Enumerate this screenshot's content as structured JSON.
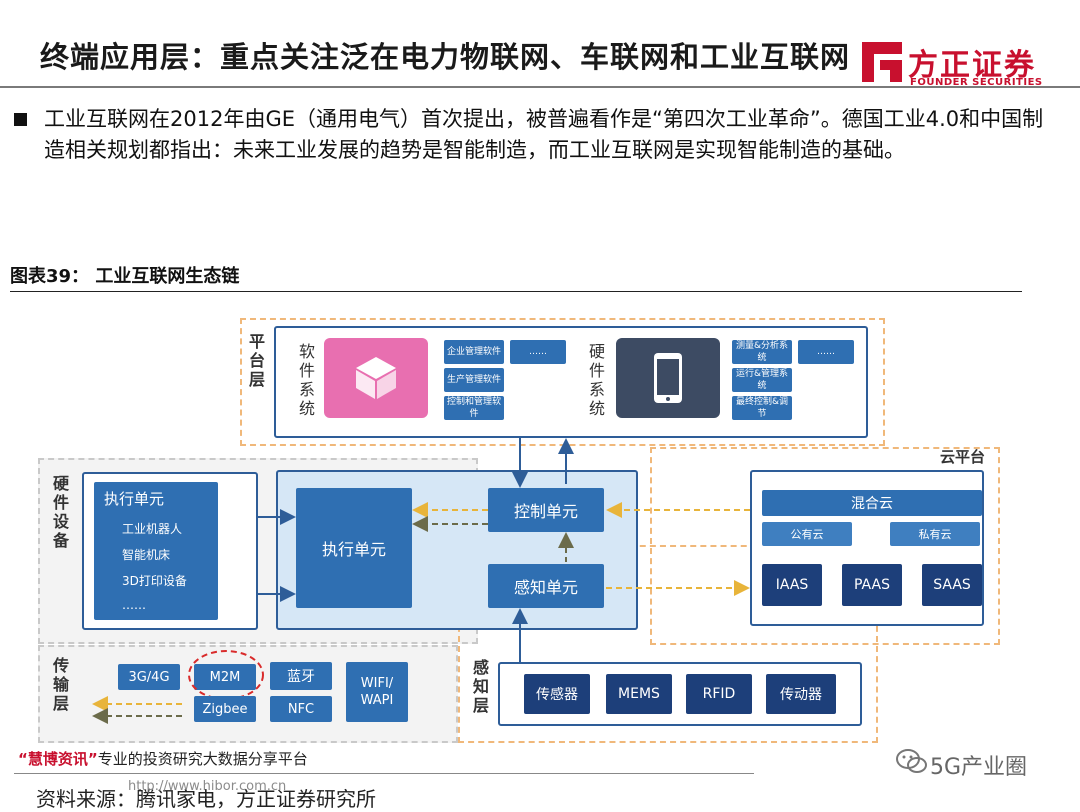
{
  "header": {
    "title": "终端应用层：重点关注泛在电力物联网、车联网和工业互联网",
    "logo_cn": "方正证券",
    "logo_en": "FOUNDER SECURITIES",
    "brand_color": "#c8102e"
  },
  "body": {
    "bullet": "工业互联网在2012年由GE（通用电气）首次提出，被普遍看作是“第四次工业革命”。德国工业4.0和中国制造相关规划都指出：未来工业发展的趋势是智能制造，而工业互联网是实现智能制造的基础。"
  },
  "figure": {
    "caption": "图表39：  工业互联网生态链"
  },
  "diagram": {
    "platform": {
      "label": "平台层",
      "software_label": "软件系统",
      "hardware_label": "硬件系统",
      "software_items": [
        "企业管理软件",
        "生产管理软件",
        "控制和管理软件"
      ],
      "software_more": "……",
      "hardware_items": [
        "测量&分析系统",
        "运行&管理系统",
        "最终控制&调节"
      ],
      "hardware_more": "……",
      "software_icon": "cube-icon",
      "hardware_icon": "smartphone-icon"
    },
    "hardware_devices": {
      "label": "硬件设备",
      "panel_title": "执行单元",
      "items": [
        "工业机器人",
        "智能机床",
        "3D打印设备",
        "……"
      ],
      "exec_unit": "执行单元",
      "control_unit": "控制单元",
      "sense_unit": "感知单元"
    },
    "cloud": {
      "label": "云平台",
      "hybrid": "混合云",
      "public": "公有云",
      "private": "私有云",
      "services": [
        "IAAS",
        "PAAS",
        "SAAS"
      ]
    },
    "transport": {
      "label": "传输层",
      "items": [
        "3G/4G",
        "M2M",
        "蓝牙",
        "Zigbee",
        "NFC",
        "WIFI/\nWAPI"
      ]
    },
    "perception": {
      "label": "感知层",
      "items": [
        "传感器",
        "MEMS",
        "RFID",
        "传动器"
      ]
    }
  },
  "footer": {
    "platform_quote_open": "“",
    "platform_name": "慧博资讯",
    "platform_quote_close": "”",
    "platform_desc": "专业的投资研究大数据分享平台",
    "source": "资料来源：腾讯家电，方正证券研究所",
    "watermark_url": "http://www.hibor.com.cn",
    "watermark_text": "5G产业圈",
    "watermark_icon": "wechat-icon"
  }
}
